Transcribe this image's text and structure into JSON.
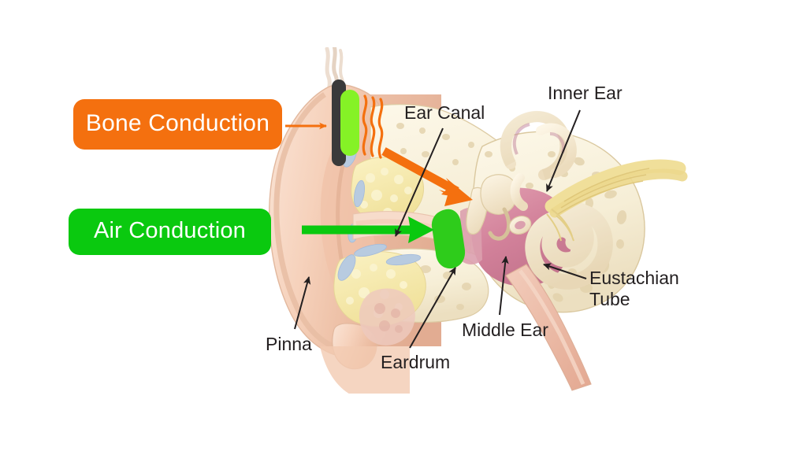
{
  "figure": {
    "title": "Ear anatomy cross-section comparing bone conduction and air conduction sound pathways",
    "background_color": "#ffffff"
  },
  "callouts": [
    {
      "id": "bone-conduction",
      "label": "Bone Conduction",
      "background_color": "#f4700f",
      "text_color": "#ffffff",
      "arrow_color": "#f4700f"
    },
    {
      "id": "air-conduction",
      "label": "Air Conduction",
      "background_color": "#0ac90f",
      "text_color": "#ffffff",
      "arrow_color": "#0ac90f"
    }
  ],
  "annotations": [
    {
      "id": "ear-canal",
      "label": "Ear Canal"
    },
    {
      "id": "inner-ear",
      "label": "Inner Ear"
    },
    {
      "id": "eustachian",
      "label": "Eustachian\nTube"
    },
    {
      "id": "pinna",
      "label": "Pinna"
    },
    {
      "id": "eardrum",
      "label": "Eardrum"
    },
    {
      "id": "middle-ear",
      "label": "Middle Ear"
    }
  ],
  "highlights": {
    "bone_device_bar_color": "#3a3a3a",
    "bone_device_pad_color": "#85f226",
    "vibration_lines_color": "#f4700f",
    "eardrum_highlight_color": "#2ecc1b"
  },
  "anatomy_colors": {
    "skin": "#f6d2bc",
    "skin_shadow": "#e8b79d",
    "bone": "#f7efd8",
    "bone_outline": "#d9c9a2",
    "cartilage": "#f3e9d2",
    "middle_ear_cavity": "#d98ba0",
    "fat_tissue": "#f5e6a8",
    "vessel": "#b8cbe0",
    "nerve": "#f0df9a",
    "eustachian_tube": "#eebfae",
    "leader_line": "#231f20"
  }
}
